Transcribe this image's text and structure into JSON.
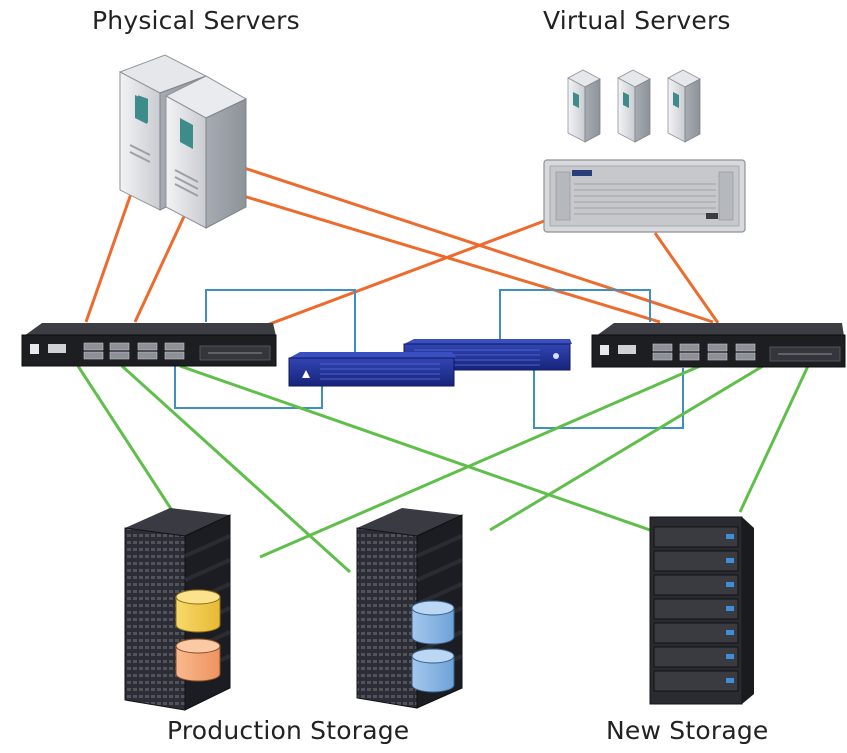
{
  "labels": {
    "physical_servers": "Physical Servers",
    "virtual_servers": "Virtual Servers",
    "production_storage": "Production Storage",
    "new_storage": "New Storage"
  },
  "colors": {
    "server_link": "#ec6b2d",
    "storage_link": "#5fbf4a",
    "appliance_link": "#3f8fc3",
    "appliance_body": "#1e2f8c",
    "switch_body": "#1d1e22",
    "rack_body": "#24252b",
    "disk_yellow": "#f2cd4e",
    "disk_orange": "#f5a877",
    "disk_blue": "#8ab7e4",
    "storage_led": "#3d8fd8"
  },
  "icons": {
    "physical_servers": "tower-server-icon",
    "virtual_servers": "virtualization-host-icon",
    "left_switch": "network-switch-icon",
    "right_switch": "network-switch-icon",
    "appliances": "network-appliance-icon",
    "production_storage": "storage-rack-icon",
    "new_storage": "storage-array-icon"
  }
}
